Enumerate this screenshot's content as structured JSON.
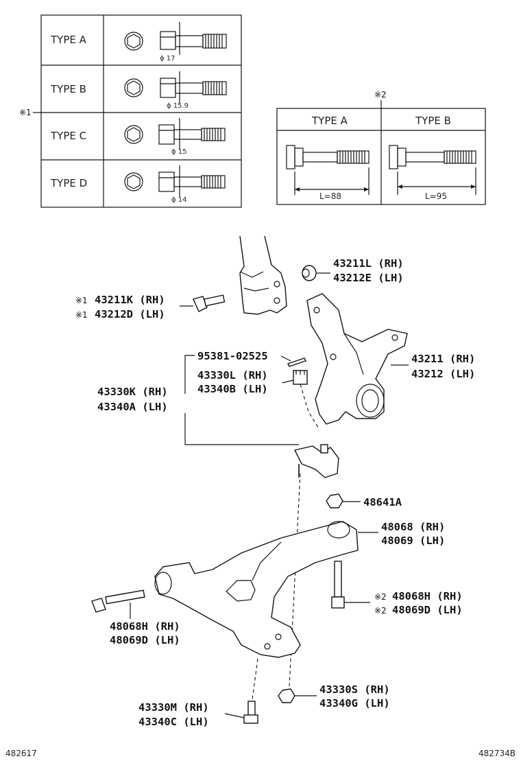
{
  "ref_marks": {
    "mark1": "※1",
    "mark2": "※2"
  },
  "type_table_1": {
    "rows": [
      {
        "label": "TYPE A",
        "dim": "ϕ 17"
      },
      {
        "label": "TYPE B",
        "dim": "ϕ 15.9"
      },
      {
        "label": "TYPE C",
        "dim": "ϕ 15"
      },
      {
        "label": "TYPE D",
        "dim": "ϕ 14"
      }
    ]
  },
  "type_table_2": {
    "cols": [
      {
        "label": "TYPE A",
        "length": "L=88"
      },
      {
        "label": "TYPE B",
        "length": "L=95"
      }
    ]
  },
  "parts": {
    "p43211L": "43211L (RH)",
    "p43212E": "43212E (LH)",
    "p43211K": "43211K (RH)",
    "p43212D": "43212D (LH)",
    "p95381": "95381-02525",
    "p43330L": "43330L (RH)",
    "p43340B": "43340B (LH)",
    "p43330K": "43330K (RH)",
    "p43340A": "43340A (LH)",
    "p43211": "43211 (RH)",
    "p43212": "43212 (LH)",
    "p48641A": "48641A",
    "p48068": "48068 (RH)",
    "p48069": "48069 (LH)",
    "p48068H_r": "48068H (RH)",
    "p48069D_r": "48069D (LH)",
    "p48068H_l": "48068H (RH)",
    "p48069D_l": "48069D (LH)",
    "p43330S": "43330S (RH)",
    "p43340G": "43340G (LH)",
    "p43330M": "43330M (RH)",
    "p43340C": "43340C (LH)"
  },
  "page_numbers": {
    "left": "482617",
    "right": "482734B"
  }
}
